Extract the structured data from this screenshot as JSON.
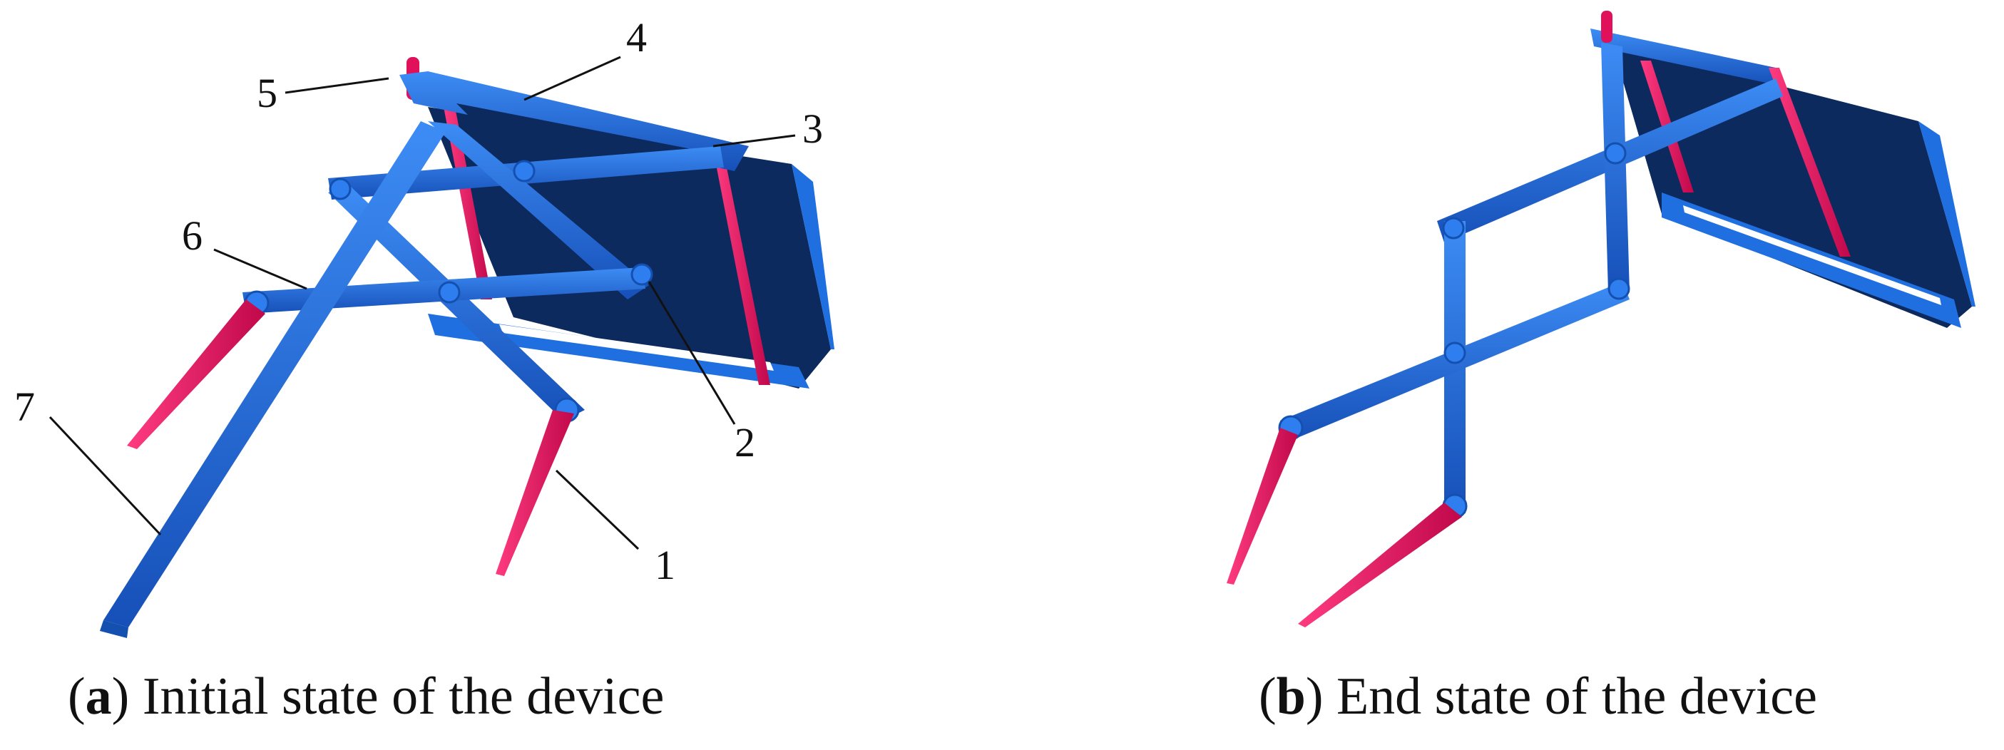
{
  "figure": {
    "panel_a": {
      "caption_letter": "a",
      "caption_text": "Initial state of the device",
      "callouts": [
        "1",
        "2",
        "3",
        "4",
        "5",
        "6",
        "7"
      ]
    },
    "panel_b": {
      "caption_letter": "b",
      "caption_text": "End state of the device"
    },
    "colors": {
      "link_blue": "#1f6fe0",
      "link_blue_dark": "#1450b0",
      "plate_navy": "#0d2a5e",
      "pin_magenta": "#e0105a"
    }
  }
}
